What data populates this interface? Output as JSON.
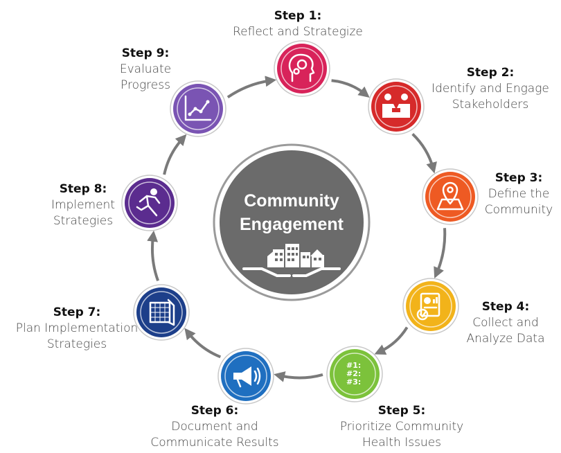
{
  "title_line1": "Community",
  "title_line2": "Engagement",
  "steps": [
    {
      "step": "Step 1:",
      "text": "Reflect and Strategize",
      "color": "#d8235a",
      "icon": "head-gears-icon"
    },
    {
      "step": "Step 2:",
      "text": "Identify and Engage\nStakeholders",
      "color": "#d62a2a",
      "icon": "handshake-icon"
    },
    {
      "step": "Step 3:",
      "text": "Define the\nCommunity",
      "color": "#ee5a23",
      "icon": "map-pin-icon"
    },
    {
      "step": "Step 4:",
      "text": "Collect and\nAnalyze Data",
      "color": "#f2b31a",
      "icon": "report-icon"
    },
    {
      "step": "Step 5:",
      "text": "Prioritize Community\nHealth Issues",
      "color": "#7cc23b",
      "icon": "numbered-list-icon",
      "icon_text": [
        "#1:",
        "#2:",
        "#3:"
      ]
    },
    {
      "step": "Step 6:",
      "text": "Document and\nCommunicate Results",
      "color": "#1f6fc0",
      "icon": "megaphone-icon"
    },
    {
      "step": "Step 7:",
      "text": "Plan Implementation\nStrategies",
      "color": "#1d3f8a",
      "icon": "blueprint-icon"
    },
    {
      "step": "Step 8:",
      "text": "Implement\nStrategies",
      "color": "#5b2c8f",
      "icon": "running-person-icon"
    },
    {
      "step": "Step 9:",
      "text": "Evaluate\nProgress",
      "color": "#7a54b3",
      "icon": "line-chart-icon"
    }
  ],
  "center_color": "#6b6b6b",
  "arrow_color": "#7a7a7a"
}
